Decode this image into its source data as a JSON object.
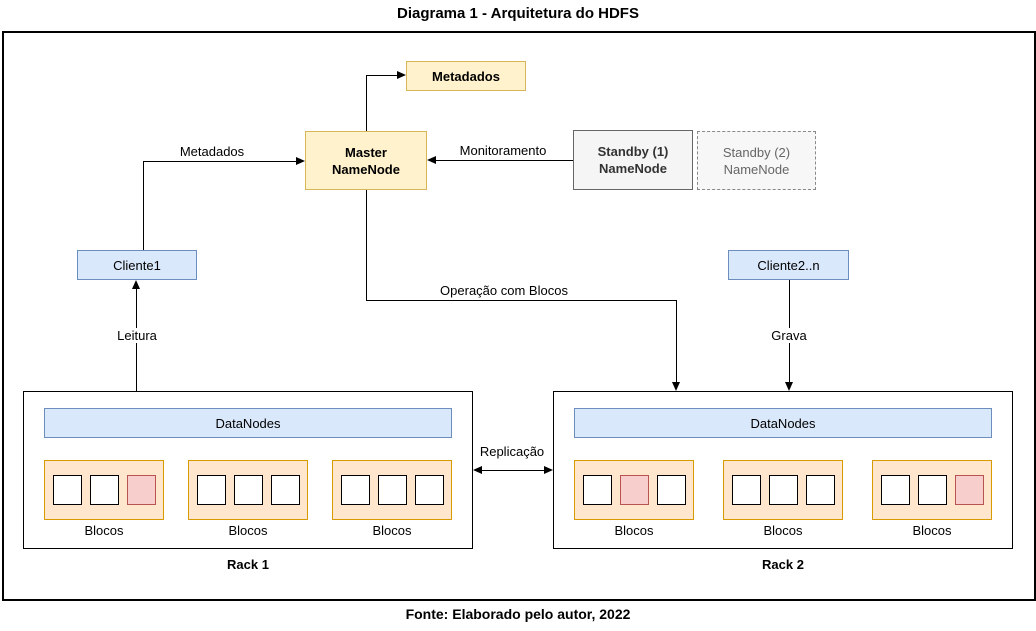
{
  "title": "Diagrama 1 - Arquitetura do HDFS",
  "caption": "Fonte: Elaborado pelo autor, 2022",
  "nodes": {
    "metadados": {
      "label": "Metadados"
    },
    "master_namenode": {
      "line1": "Master",
      "line2": "NameNode"
    },
    "standby1_namenode": {
      "line1": "Standby (1)",
      "line2": "NameNode"
    },
    "standby2_namenode": {
      "line1": "Standby (2)",
      "line2": "NameNode"
    },
    "cliente1": {
      "label": "Cliente1"
    },
    "cliente2_n": {
      "label": "Cliente2..n"
    }
  },
  "edge_labels": {
    "metadados_up": "Metadados",
    "monitoramento": "Monitoramento",
    "operacao_com_blocos": "Operação com Blocos",
    "leitura": "Leitura",
    "grava": "Grava",
    "replicacao": "Replicação"
  },
  "racks": [
    {
      "label": "Rack 1",
      "datanodes_label": "DataNodes",
      "groups": [
        {
          "label": "Blocos",
          "blocks": [
            "white",
            "white",
            "pink"
          ]
        },
        {
          "label": "Blocos",
          "blocks": [
            "white",
            "white",
            "white"
          ]
        },
        {
          "label": "Blocos",
          "blocks": [
            "white",
            "white",
            "white"
          ]
        }
      ]
    },
    {
      "label": "Rack 2",
      "datanodes_label": "DataNodes",
      "groups": [
        {
          "label": "Blocos",
          "blocks": [
            "white",
            "pink",
            "white"
          ]
        },
        {
          "label": "Blocos",
          "blocks": [
            "white",
            "white",
            "white"
          ]
        },
        {
          "label": "Blocos",
          "blocks": [
            "white",
            "white",
            "pink"
          ]
        }
      ]
    }
  ],
  "colors": {
    "yellow_fill": "#FFF2CC",
    "yellow_border": "#D6B656",
    "blue_fill": "#DAE8FC",
    "blue_border": "#6C8EBF",
    "gray_fill": "#F5F5F5",
    "gray_border": "#666666",
    "orange_fill": "#FFE6CC",
    "orange_border": "#D79B00",
    "pink_fill": "#F8CECC",
    "pink_border": "#B85450",
    "line": "#000000"
  }
}
